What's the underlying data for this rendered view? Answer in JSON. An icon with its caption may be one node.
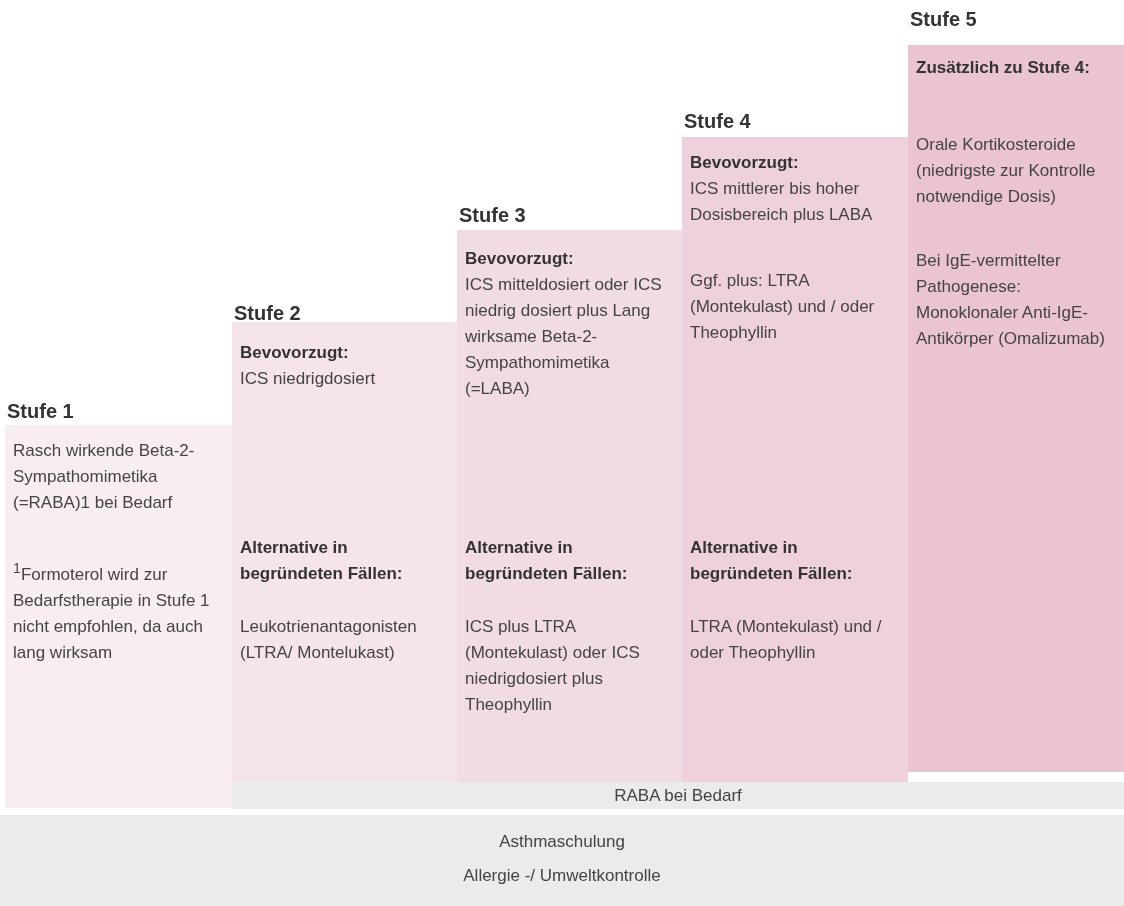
{
  "diagram": {
    "nodes": [
      {
        "text": [
          "Stufe 1",
          "Rasch wirkende Beta-2-Sympathomimetika (=RABA)1 bei Bedarf",
          "$^{1}$Formoterol wird zur Bedarfstherapie in Stufe 1 nicht empfohlen, da auch lang wirksam"
        ]
      },
      {
        "text": [
          "Stufe 2",
          "Bevovorzugt:",
          "ICS niedrigdosiert",
          "Alternative in begründeten Fällen:",
          "Leukotrienantagonisten (LTRA/ Montelukast)"
        ]
      },
      {
        "text": [
          "Stufe 3",
          "Bevovorzugt:",
          "ICS mitteldosiert oder ICS niedrig dosiert plus Lang wirksame Beta-2-Sympathomimetika (=LABA)",
          "Alternative in begründeten Fällen:",
          "ICS plus LTRA (Montekulast) oder ICS niedrigdosiert plus Theophyllin"
        ]
      },
      {
        "text": [
          "Stufe 4",
          "Bevovorzugt:",
          "ICS mittlerer bis hoher Dosisbereich plus LABA",
          "Ggf. plus: LTRA (Montekulast) und / oder Theophyllin",
          "Alternative in begründeten Fällen:",
          "LTRA (Montekulast) und / oder Theophyllin"
        ]
      },
      {
        "text": [
          "Stufe 5",
          "Zusätzlich zu Stufe 4:",
          "Orale Kortikosteroide (niedrigste zur Kontrolle notwendige Dosis)",
          "Bei IgE-vermittelter Pathogenese: Monoklonaler Anti-IgE-Antikörper (Omalizumab)"
        ]
      },
      {
        "text": [
          "RABA bei Bedarf"
        ]
      },
      {
        "text": [
          "Asthmaschulung",
          "Allergie -/ Umweltkontrolle"
        ]
      }
    ],
    "edges": []
  }
}
